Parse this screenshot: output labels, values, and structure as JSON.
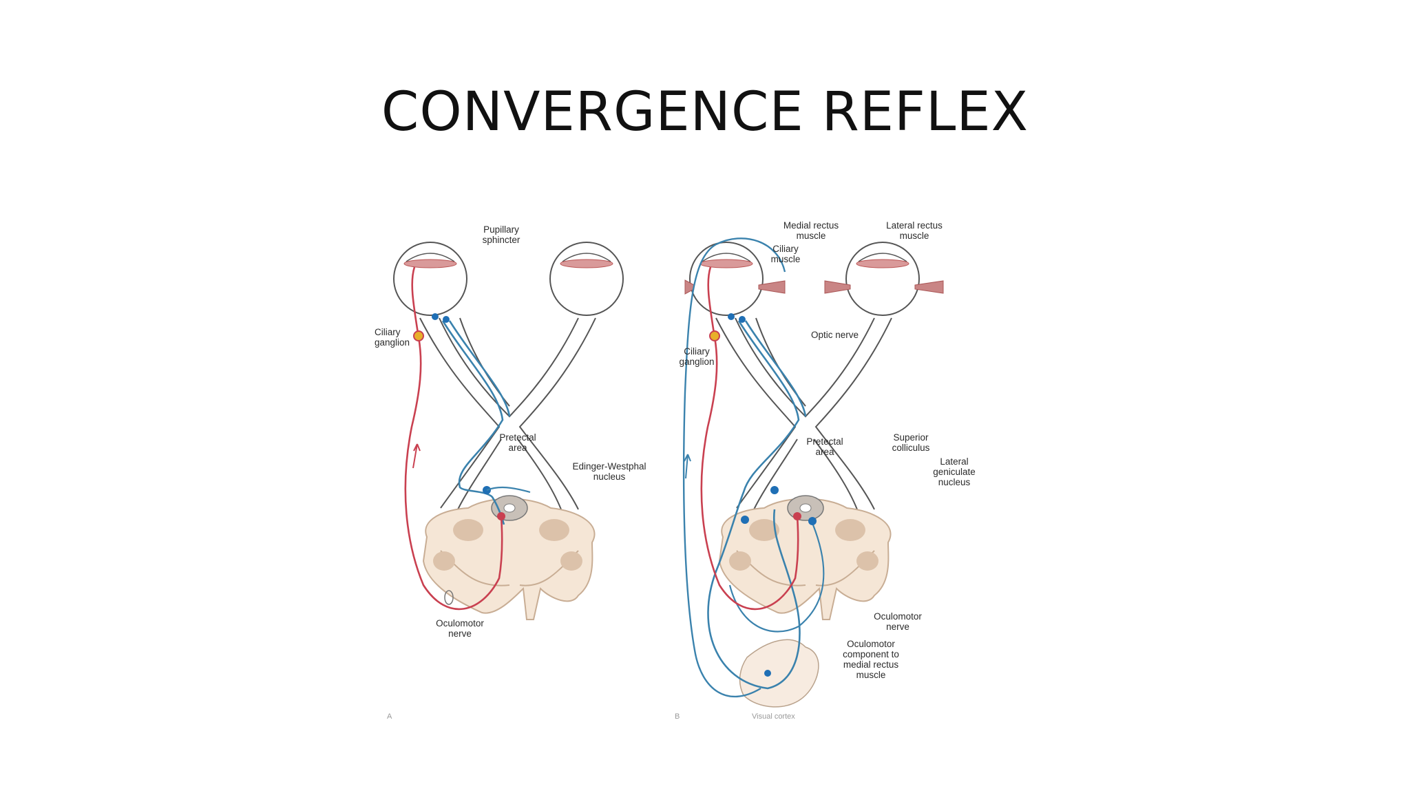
{
  "title": "CONVERGENCE REFLEX",
  "colors": {
    "afferent": "#3a82ad",
    "efferent": "#c94050",
    "brainstem": "#f5e6d6",
    "brainstem_shade": "#dcc2aa",
    "muscle": "#c98585",
    "nerve_outline": "#555555"
  },
  "panel_a": {
    "letter": "A",
    "labels": {
      "pupillary_sphincter_1": "Pupillary",
      "pupillary_sphincter_2": "sphincter",
      "ciliary_ganglion_1": "Ciliary",
      "ciliary_ganglion_2": "ganglion",
      "pretectal_1": "Pretectal",
      "pretectal_2": "area",
      "ew_1": "Edinger-Westphal",
      "ew_2": "nucleus",
      "oculomotor_1": "Oculomotor",
      "oculomotor_2": "nerve"
    }
  },
  "panel_b": {
    "letter": "B",
    "labels": {
      "medial_rectus_1": "Medial rectus",
      "medial_rectus_2": "muscle",
      "lateral_rectus_1": "Lateral rectus",
      "lateral_rectus_2": "muscle",
      "ciliary_muscle_1": "Ciliary",
      "ciliary_muscle_2": "muscle",
      "ciliary_ganglion_1": "Ciliary",
      "ciliary_ganglion_2": "ganglion",
      "optic_nerve": "Optic nerve",
      "pretectal_1": "Pretectal",
      "pretectal_2": "area",
      "superior_colliculus_1": "Superior",
      "superior_colliculus_2": "colliculus",
      "lgn_1": "Lateral",
      "lgn_2": "geniculate",
      "lgn_3": "nucleus",
      "oculomotor_1": "Oculomotor",
      "oculomotor_2": "nerve",
      "component_1": "Oculomotor",
      "component_2": "component to",
      "component_3": "medial rectus",
      "component_4": "muscle",
      "visual_cortex": "Visual cortex"
    }
  }
}
